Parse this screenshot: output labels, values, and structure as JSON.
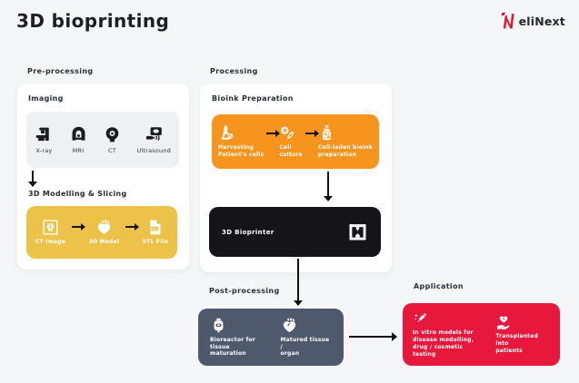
{
  "page": {
    "title": "3D bioprinting"
  },
  "brand": {
    "name": "eliNext",
    "logo_icon": "elinext-n-icon"
  },
  "colors": {
    "background": "#F5F6F8",
    "card": "#FFFFFF",
    "imaging_panel": "#EFF0F3",
    "yellow_box": "#ECC248",
    "orange_box": "#F7941D",
    "black_box": "#141419",
    "slate_box": "#4E5A6C",
    "red_box": "#E8173C",
    "brand_red": "#E4173B",
    "arrow": "#101115",
    "text_dark": "#1D1F28"
  },
  "sections": {
    "preprocessing": {
      "label": "Pre-processing",
      "imaging": {
        "title": "Imaging",
        "items": [
          {
            "label": "X-ray",
            "icon": "xray-machine-icon"
          },
          {
            "label": "MRI",
            "icon": "mri-scanner-icon"
          },
          {
            "label": "CT",
            "icon": "ct-scanner-icon"
          },
          {
            "label": "Ultrasound",
            "icon": "ultrasound-machine-icon"
          }
        ]
      },
      "modelling": {
        "title": "3D Modelling & Slicing",
        "items": [
          {
            "label": "CT Image",
            "icon": "ct-image-icon"
          },
          {
            "label": "3D Model",
            "icon": "heart-model-icon"
          },
          {
            "label": "STL File",
            "icon": "stl-file-icon"
          }
        ]
      }
    },
    "processing": {
      "label": "Processing",
      "bioink": {
        "title": "Bioink Preparation",
        "items": [
          {
            "label": "Harvesting\nPatient's cells",
            "icon": "microscope-icon"
          },
          {
            "label": "Cell\nculture",
            "icon": "petri-dish-icon"
          },
          {
            "label": "Cell-laden bioink\npreparation",
            "icon": "bioink-jar-icon"
          }
        ]
      },
      "bioprinter": {
        "label": "3D Bioprinter",
        "icon": "printer-3d-icon"
      }
    },
    "postprocessing": {
      "label": "Post-processing",
      "items": [
        {
          "label": "Bioreactor for\ntissue maturation",
          "icon": "bioreactor-icon"
        },
        {
          "label": "Matured tissue /\norgan",
          "icon": "matured-heart-icon"
        }
      ]
    },
    "application": {
      "label": "Application",
      "items": [
        {
          "label": "In vitro models for\ndisease modelling,\ndrug / cosmetic testing",
          "icon": "syringe-icon"
        },
        {
          "label": "Transplanted into\npatients",
          "icon": "hand-heart-icon"
        }
      ]
    }
  }
}
